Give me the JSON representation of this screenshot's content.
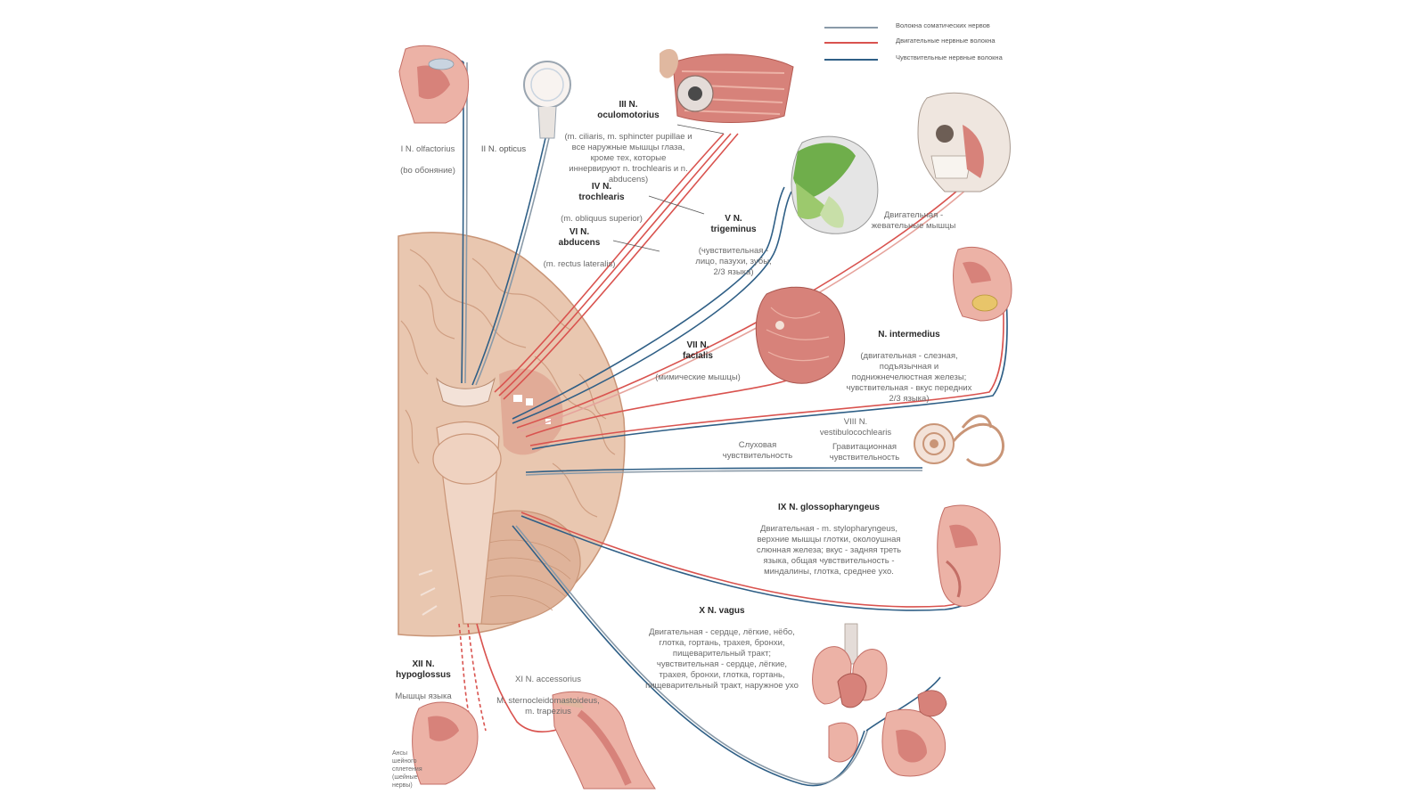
{
  "colors": {
    "background": "#ffffff",
    "brain": "#e9c7b0",
    "brain_dark": "#c99577",
    "muscle": "#d7827a",
    "muscle_light": "#ecb2a6",
    "motor_nerve": "#d9534f",
    "sensory_nerve": "#2f5f86",
    "mixed_nerve": "#8a9aa8",
    "face_green": "#6fae4b"
  },
  "legend": {
    "entries": [
      {
        "label": "Волокна соматических нервов",
        "color": "#8a9aa8"
      },
      {
        "label": "Двигательные нервные волокна",
        "color": "#d9534f"
      },
      {
        "label": "Чувствительные нервные волокна",
        "color": "#2f5f86"
      }
    ]
  },
  "nerves": {
    "olfactorius": {
      "title": "I N. olfactorius",
      "desc": "(bo обоняние)"
    },
    "opticus": {
      "title": "II N. opticus",
      "desc": ""
    },
    "oculomotorius": {
      "title": "III N.\noculomotorius",
      "desc": "(m. ciliaris, m. sphincter pupillae и\nвсе наружные мышцы глаза,\nкроме тех, которые\nиннервируют n. trochlearis и n.\nabducens)"
    },
    "trochlearis": {
      "title": "IV N.\ntrochlearis",
      "desc": "(m. obliquus superior)"
    },
    "abducens": {
      "title": "VI N.\nabducens",
      "desc": "(m. rectus lateralis)"
    },
    "trigeminus": {
      "title": "V N.\ntrigeminus",
      "desc": "(чувствительная -\nлицо, пазухи, зубы,\n2/3 языка)"
    },
    "trigeminus_motor": {
      "title": "",
      "desc": "Двигательная -\nжевательные мышцы"
    },
    "facialis": {
      "title": "VII N.\nfacialis",
      "desc": "(мимические мышцы)"
    },
    "intermedius": {
      "title": "N. intermedius",
      "desc": "(двигательная - слезная,\nподъязычная и\nподнижнечелюстная железы;\nчувствительная - вкус передних\n2/3 языка)"
    },
    "vestibulocochlearis": {
      "title": "VIII N.\nvestibulocochlearis",
      "desc": ""
    },
    "hearing": {
      "title": "",
      "desc": "Слуховая\nчувствительность"
    },
    "gravitation": {
      "title": "",
      "desc": "Гравитационная\nчувствительность"
    },
    "glossopharyngeus": {
      "title": "IX N. glossopharyngeus",
      "desc": "Двигательная - m. stylopharyngeus,\nверхние мышцы глотки, околоушная\nслюнная железа; вкус - задняя треть\nязыка, общая чувствительность -\nминдалины, глотка, среднее ухо."
    },
    "vagus": {
      "title": "X N. vagus",
      "desc": "Двигательная - сердце, лёгкие, нёбо,\nглотка, гортань, трахея, бронхи,\nпищеварительный тракт;\nчувствительная - сердце, лёгкие,\nтрахея, бронхи, глотка, гортань,\nпищеварительный тракт, наружное ухо"
    },
    "hypoglossus": {
      "title": "XII N.\nhypoglossus",
      "desc": "Мышцы языка"
    },
    "accessorius": {
      "title": "XI N. accessorius",
      "desc": "M. sternocleidomastoideus,\nm. trapezius"
    },
    "neck_note": {
      "title": "",
      "desc": "Ансы\nшейного\nсплетения\n(шейные\nнервы)"
    }
  }
}
